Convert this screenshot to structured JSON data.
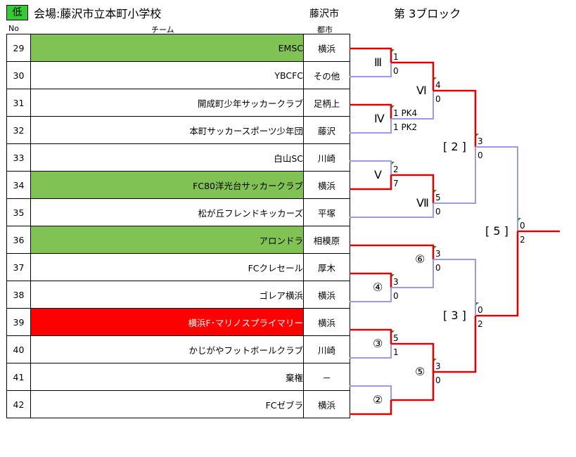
{
  "header": {
    "badge": "低",
    "venue": "会場:藤沢市立本町小学校",
    "host_city": "藤沢市",
    "block": "第 3ブロック"
  },
  "columns": {
    "no": "No",
    "team": "チーム",
    "city": "都市"
  },
  "rows": [
    {
      "no": "29",
      "team": "EMSC",
      "city": "横浜",
      "highlight": "green"
    },
    {
      "no": "30",
      "team": "YBCFC",
      "city": "その他",
      "highlight": ""
    },
    {
      "no": "31",
      "team": "開成町少年サッカークラブ",
      "city": "足柄上",
      "highlight": ""
    },
    {
      "no": "32",
      "team": "本町サッカースポーツ少年団",
      "city": "藤沢",
      "highlight": ""
    },
    {
      "no": "33",
      "team": "白山SC",
      "city": "川崎",
      "highlight": ""
    },
    {
      "no": "34",
      "team": "FC80洋光台サッカークラブ",
      "city": "横浜",
      "highlight": "green"
    },
    {
      "no": "35",
      "team": "松が丘フレンドキッカーズ",
      "city": "平塚",
      "highlight": ""
    },
    {
      "no": "36",
      "team": "アロンドラ",
      "city": "相模原",
      "highlight": "green"
    },
    {
      "no": "37",
      "team": "FCクレセール",
      "city": "厚木",
      "highlight": ""
    },
    {
      "no": "38",
      "team": "ゴレア横浜",
      "city": "横浜",
      "highlight": ""
    },
    {
      "no": "39",
      "team": "横浜F･マリノスプライマリー",
      "city": "横浜",
      "highlight": "red"
    },
    {
      "no": "40",
      "team": "かじがやフットボールクラブ",
      "city": "川崎",
      "highlight": ""
    },
    {
      "no": "41",
      "team": "棄権",
      "city": "－",
      "highlight": ""
    },
    {
      "no": "42",
      "team": "FCゼブラ",
      "city": "横浜",
      "highlight": ""
    }
  ],
  "matches": [
    {
      "label": "Ⅲ",
      "top": "1",
      "bottom": "0"
    },
    {
      "label": "Ⅳ",
      "top": "1 PK4",
      "bottom": "1 PK2"
    },
    {
      "label": "Ⅴ",
      "top": "2",
      "bottom": "7"
    },
    {
      "label": "Ⅵ",
      "top": "4",
      "bottom": "0"
    },
    {
      "label": "Ⅶ",
      "top": "5",
      "bottom": "0"
    },
    {
      "label": "[ 2 ]",
      "top": "3",
      "bottom": "0"
    },
    {
      "label": "②",
      "top": "",
      "bottom": ""
    },
    {
      "label": "③",
      "top": "5",
      "bottom": "1"
    },
    {
      "label": "④",
      "top": "3",
      "bottom": "0"
    },
    {
      "label": "⑤",
      "top": "3",
      "bottom": "0"
    },
    {
      "label": "⑥",
      "top": "3",
      "bottom": "0"
    },
    {
      "label": "[ 3 ]",
      "top": "0",
      "bottom": "2"
    },
    {
      "label": "[ 5 ]",
      "top": "0",
      "bottom": "2"
    }
  ],
  "colors": {
    "winner": "#e00000",
    "loser": "#9999ee",
    "green": "#80c254",
    "red": "#ff0000"
  }
}
